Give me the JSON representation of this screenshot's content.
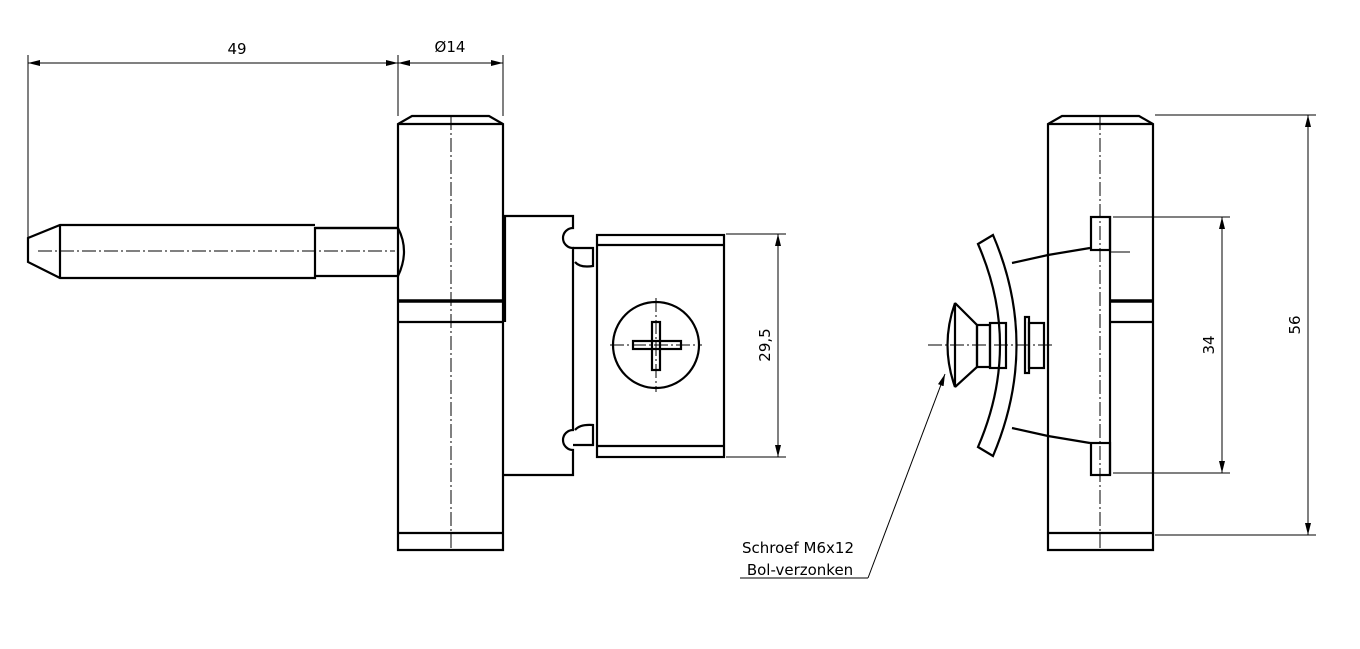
{
  "dimensions": {
    "pin_length": "49",
    "barrel_diameter": "Ø14",
    "block_height": "29,5",
    "hole_spacing": "34",
    "total_height": "56"
  },
  "callout": {
    "line1": "Schroef M6x12",
    "line2": "Bol-verzonken"
  }
}
